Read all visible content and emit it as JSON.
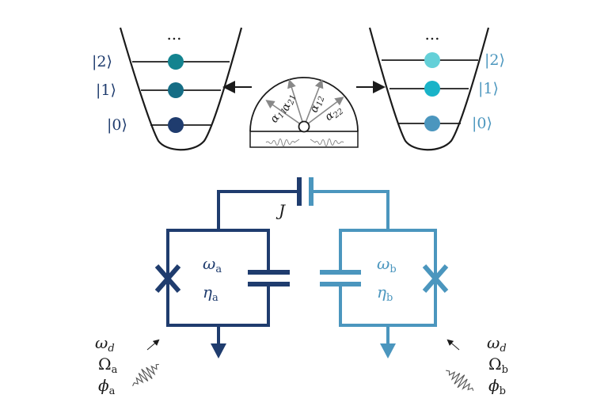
{
  "colors": {
    "dark": "#1f3c6e",
    "mid": "#156d85",
    "light_circuit": "#4b96be",
    "level2_a": "#13838f",
    "level1_a": "#156d85",
    "level0_a": "#1f3c6e",
    "level2_b": "#64d0d8",
    "level1_b": "#19b3c8",
    "level0_b": "#4b96be",
    "gray": "#888888"
  },
  "left_well": {
    "dots_label": "...",
    "levels": [
      {
        "label": "|2⟩",
        "color": "level2_a"
      },
      {
        "label": "|1⟩",
        "color": "level1_a"
      },
      {
        "label": "|0⟩",
        "color": "level0_a"
      }
    ]
  },
  "right_well": {
    "dots_label": "...",
    "levels": [
      {
        "label": "|2⟩",
        "color": "level2_b"
      },
      {
        "label": "|1⟩",
        "color": "level1_b"
      },
      {
        "label": "|0⟩",
        "color": "level0_b"
      }
    ]
  },
  "arc_angles": [
    "α",
    "α",
    "α",
    "α"
  ],
  "arc_angle_subs": [
    "11",
    "21",
    "12",
    "22"
  ],
  "coupler": {
    "label": "J"
  },
  "circuit_a": {
    "freq": "ω",
    "freq_sub": "a",
    "anh": "η",
    "anh_sub": "a"
  },
  "circuit_b": {
    "freq": "ω",
    "freq_sub": "b",
    "anh": "η",
    "anh_sub": "b"
  },
  "drive_a": {
    "freq": "ω",
    "freq_sub": "d",
    "amp": "Ω",
    "amp_sub": "a",
    "phase": "ϕ",
    "phase_sub": "a"
  },
  "drive_b": {
    "freq": "ω",
    "freq_sub": "d",
    "amp": "Ω",
    "amp_sub": "b",
    "phase": "ϕ",
    "phase_sub": "b"
  }
}
